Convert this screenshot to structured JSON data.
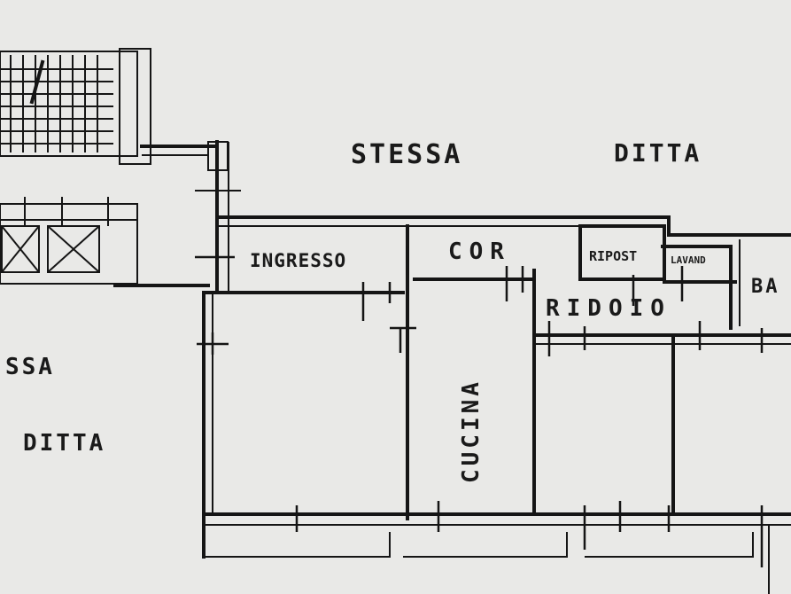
{
  "plan": {
    "labels": {
      "stessa_top": "STESSA",
      "ditta_top": "DITTA",
      "ssa_left": "SSA",
      "ditta_left": "DITTA",
      "ingresso": "INGRESSO",
      "cor": "COR",
      "ridoio": "RIDOIO",
      "ripostiglio": "RIPOST",
      "lavanderia": "LAVAND",
      "bagno": "BA",
      "cucina": "CUCINA"
    },
    "colors": {
      "paper": "#e9e9e7",
      "ink": "#151515"
    }
  }
}
